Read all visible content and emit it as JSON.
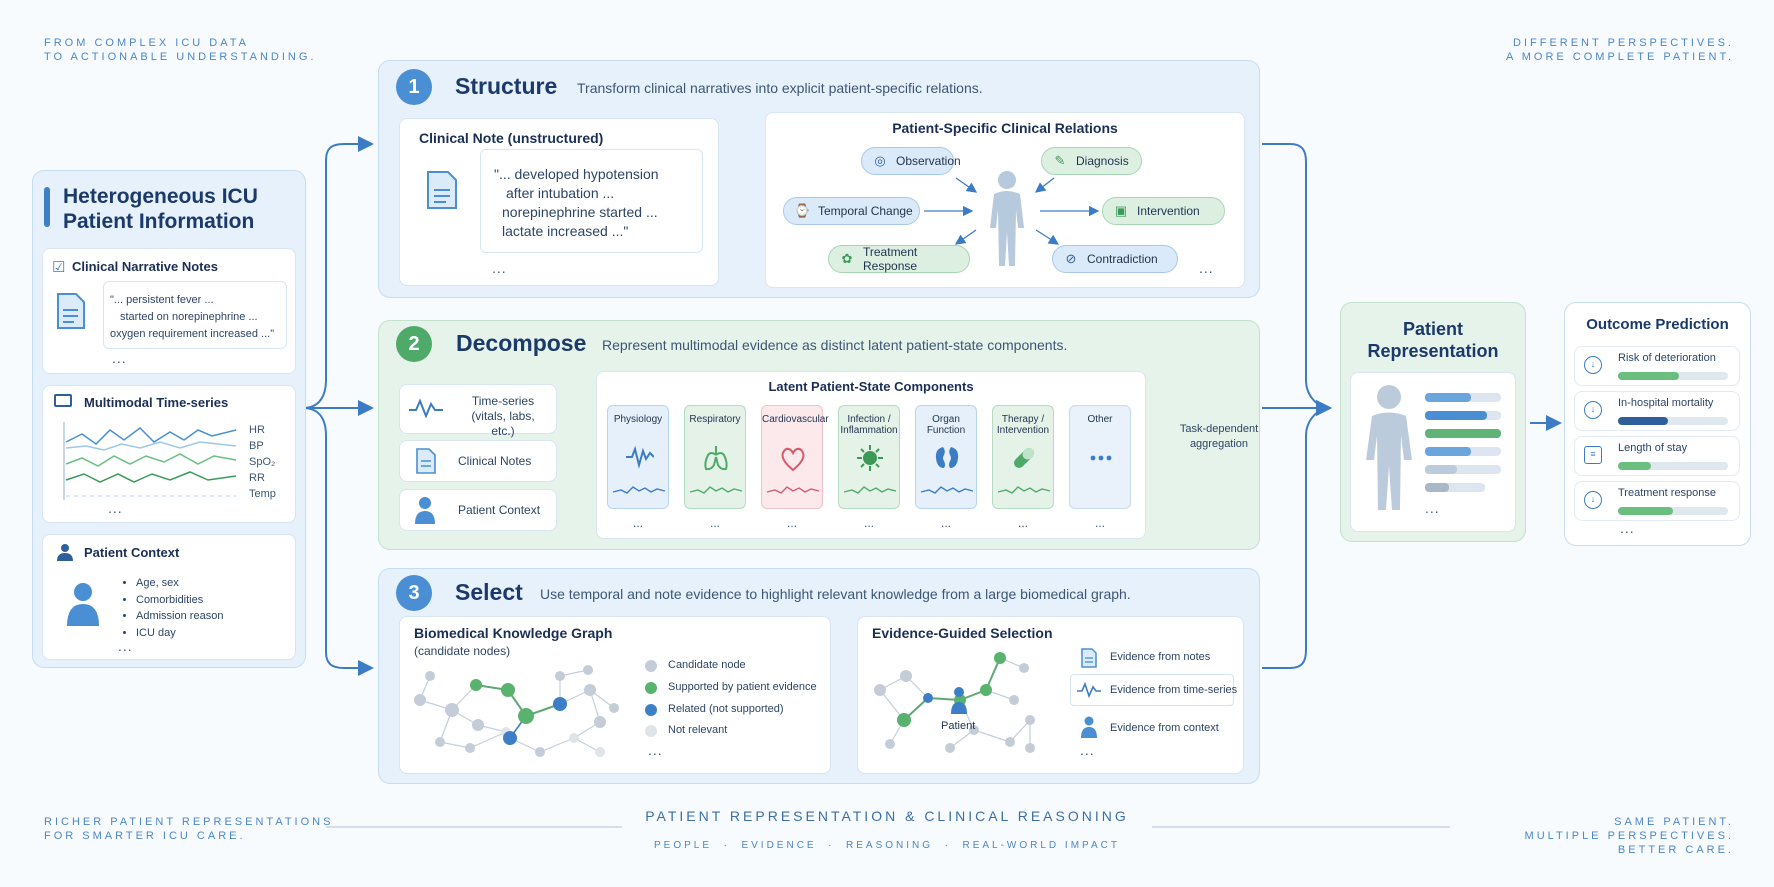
{
  "corners": {
    "top_left": [
      "FROM COMPLEX ICU DATA",
      "TO ACTIONABLE UNDERSTANDING."
    ],
    "top_right": [
      "DIFFERENT PERSPECTIVES.",
      "A MORE COMPLETE PATIENT."
    ],
    "bottom_left": [
      "RICHER PATIENT REPRESENTATIONS",
      "FOR SMARTER ICU CARE."
    ],
    "bottom_right": [
      "SAME PATIENT.",
      "MULTIPLE PERSPECTIVES.",
      "BETTER CARE."
    ]
  },
  "footer": {
    "title": "PATIENT REPRESENTATION & CLINICAL REASONING",
    "tagline": "PEOPLE  ·  EVIDENCE  ·  REASONING  ·  REAL-WORLD IMPACT"
  },
  "left": {
    "title_line1": "Heterogeneous ICU",
    "title_line2": "Patient Information",
    "notes": {
      "title": "Clinical Narrative Notes",
      "quote": [
        "\"... persistent fever ...",
        "started on norepinephrine ...",
        "oxygen requirement increased ...\""
      ],
      "more": "..."
    },
    "timeseries": {
      "title": "Multimodal Time-series",
      "labels": [
        "HR",
        "BP",
        "SpO₂",
        "RR",
        "Temp"
      ],
      "more": "..."
    },
    "context": {
      "title": "Patient Context",
      "items": [
        "Age, sex",
        "Comorbidities",
        "Admission reason",
        "ICU day"
      ],
      "more": "..."
    }
  },
  "structure": {
    "number": "1",
    "title": "Structure",
    "subtitle": "Transform clinical narratives into explicit patient-specific relations.",
    "note_title": "Clinical Note (unstructured)",
    "note_quote": [
      "\"... developed hypotension",
      "after intubation ...",
      "norepinephrine started ...",
      "lactate increased ...\""
    ],
    "note_more": "...",
    "relations_title": "Patient-Specific Clinical Relations",
    "relations": [
      "Observation",
      "Diagnosis",
      "Temporal Change",
      "Intervention",
      "Treatment Response",
      "Contradiction"
    ],
    "relations_more": "..."
  },
  "decompose": {
    "number": "2",
    "title": "Decompose",
    "subtitle": "Represent multimodal evidence as distinct latent patient-state components.",
    "inputs": [
      [
        "Time-series",
        "(vitals, labs, etc.)"
      ],
      [
        "Clinical Notes"
      ],
      [
        "Patient Context"
      ]
    ],
    "components_title": "Latent Patient-State Components",
    "components": [
      [
        "Physiology"
      ],
      [
        "Respiratory"
      ],
      [
        "Cardiovascular"
      ],
      [
        "Infection /",
        "Inflammation"
      ],
      [
        "Organ Function"
      ],
      [
        "Therapy /",
        "Intervention"
      ],
      [
        "Other"
      ]
    ],
    "component_more": "...",
    "aggregation": [
      "Task-dependent",
      "aggregation"
    ]
  },
  "select": {
    "number": "3",
    "title": "Select",
    "subtitle": "Use temporal and note evidence to highlight relevant knowledge from a large biomedical graph.",
    "graph_title": "Biomedical Knowledge Graph",
    "graph_sub": "(candidate nodes)",
    "legend": [
      "Candidate node",
      "Supported by patient evidence",
      "Related (not supported)",
      "Not relevant"
    ],
    "legend_more": "...",
    "selection_title": "Evidence-Guided Selection",
    "patient_label": "Patient",
    "evidence": [
      "Evidence from notes",
      "Evidence from time-series",
      "Evidence from context"
    ],
    "evidence_more": "..."
  },
  "representation": {
    "title_line1": "Patient",
    "title_line2": "Representation",
    "more": "..."
  },
  "outcome": {
    "title": "Outcome Prediction",
    "items": [
      {
        "label": "Risk of deterioration",
        "fill": 0.55,
        "color": "#6abf7f"
      },
      {
        "label": "In-hospital mortality",
        "fill": 0.45,
        "color": "#2f5f9a"
      },
      {
        "label": "Length of stay",
        "fill": 0.3,
        "color": "#6abf7f"
      },
      {
        "label": "Treatment response",
        "fill": 0.5,
        "color": "#6abf7f"
      }
    ],
    "more": "..."
  },
  "colors": {
    "blue": "#4a8fd4",
    "green": "#4faa6a",
    "navy": "#1b3a6b"
  }
}
